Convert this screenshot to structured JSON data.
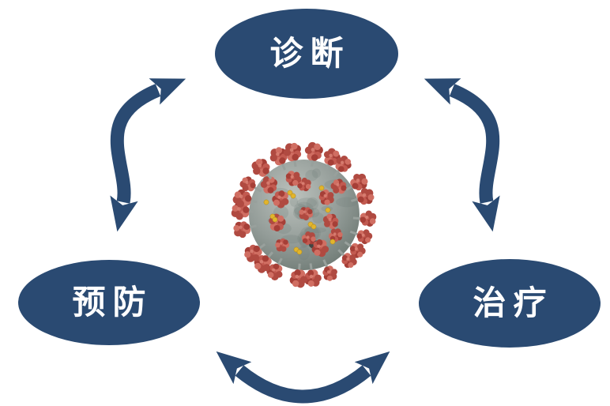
{
  "diagram": {
    "type": "cycle",
    "center_image": "coronavirus-particle",
    "nodes": [
      {
        "id": "diagnosis",
        "label": "诊断",
        "position": "top"
      },
      {
        "id": "prevention",
        "label": "预防",
        "position": "bottom-left"
      },
      {
        "id": "treatment",
        "label": "治疗",
        "position": "bottom-right"
      }
    ],
    "connectors": [
      {
        "from": "prevention",
        "to": "diagnosis",
        "bidirectional": true,
        "shape": "curved-double-arrow"
      },
      {
        "from": "diagnosis",
        "to": "treatment",
        "bidirectional": true,
        "shape": "curved-double-arrow"
      },
      {
        "from": "treatment",
        "to": "prevention",
        "bidirectional": true,
        "shape": "curved-double-arrow"
      }
    ],
    "colors": {
      "node_fill": "#2A4A72",
      "arrow": "#2A4A72",
      "label_text": "#FFFFFF",
      "background": "#FFFFFF",
      "virus_body": "#939C98",
      "virus_body_light": "#B9BFBA",
      "virus_body_dark": "#6E7A78",
      "virus_spike": "#C25A50",
      "virus_spike_dark": "#A63F37",
      "virus_spike_light": "#DB8276",
      "virus_dot": "#E2B52C"
    }
  }
}
